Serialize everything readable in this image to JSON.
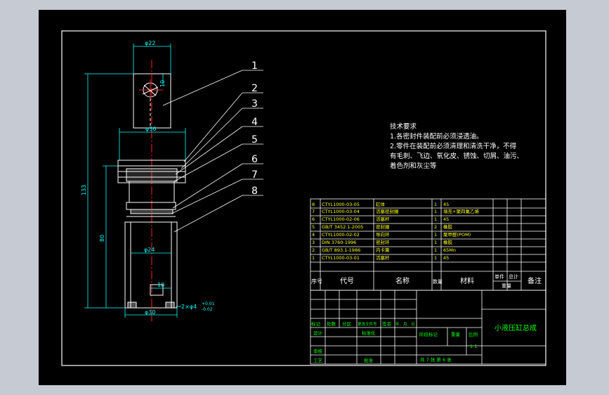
{
  "colors": {
    "outer_bg": "#c5cad3",
    "canvas": "#000000",
    "frame": "#ffffff",
    "dimension": "#00ffff",
    "table_text": "#ffff00",
    "title_text": "#00ff00",
    "centerline": "#ff2020"
  },
  "dimensions": {
    "d22": "φ22",
    "d10": "10",
    "d36": "φ36",
    "d133": "133",
    "d80": "80",
    "d24": "φ24",
    "d10b": "10",
    "groove": "2×φ4",
    "tol_up": "+0.01",
    "tol_dn": "-0.02",
    "d30": "φ30"
  },
  "callouts": [
    "1",
    "2",
    "3",
    "4",
    "5",
    "6",
    "7",
    "8"
  ],
  "tech": {
    "title": "技术要求",
    "line1": "1.各密封件装配前必须浸透油。",
    "line2": "2.零件在装配前必须清理和清洗干净，不得",
    "line3": "有毛刺、飞边、氧化皮、锈蚀、切屑、油污、",
    "line4": "着色剂和灰尘等"
  },
  "parts": [
    {
      "no": "8",
      "code": "CTYL1000-03-05",
      "name": "缸体",
      "qty": "1",
      "material": "45"
    },
    {
      "no": "7",
      "code": "CTYL1000-03-04",
      "name": "活塞密封圈",
      "qty": "1",
      "material": "填充+聚四氟乙烯"
    },
    {
      "no": "6",
      "code": "CTYL1000-02-06",
      "name": "活塞杆",
      "qty": "1",
      "material": "45"
    },
    {
      "no": "5",
      "code": "GB/T 3452.1-2005",
      "name": "密封圈",
      "qty": "2",
      "material": "橡胶"
    },
    {
      "no": "4",
      "code": "CTYL1000-02-02",
      "name": "导向环",
      "qty": "1",
      "material": "聚甲醛(POM)"
    },
    {
      "no": "3",
      "code": "DIN 3760-1996",
      "name": "密封环",
      "qty": "1",
      "material": "橡胶"
    },
    {
      "no": "2",
      "code": "GB/T 893.1-1986",
      "name": "内卡簧",
      "qty": "1",
      "material": "65Mn"
    },
    {
      "no": "1",
      "code": "CTYL1000-03-01",
      "name": "活塞杆",
      "qty": "1",
      "material": "45"
    }
  ],
  "header": {
    "no": "序号",
    "code": "代号",
    "name": "名称",
    "qty": "数量",
    "material": "材料",
    "unit_weight": "单件",
    "total_weight": "总计",
    "weight": "重量",
    "remark": "备注"
  },
  "titleblock": {
    "mark": "标记",
    "count": "处数",
    "zone": "分区",
    "change_doc": "更改文件号",
    "sign": "签名",
    "date": "年、月、日",
    "design": "设计",
    "standardize": "标准化",
    "check": "审核",
    "process": "工艺",
    "approve": "批准",
    "stage_mark": "阶段标记",
    "weight": "重量",
    "scale": "比例",
    "scale_value": "1:1",
    "sheets": "共 7 张   第 6 张",
    "drawing_title": "小液压缸总成"
  }
}
